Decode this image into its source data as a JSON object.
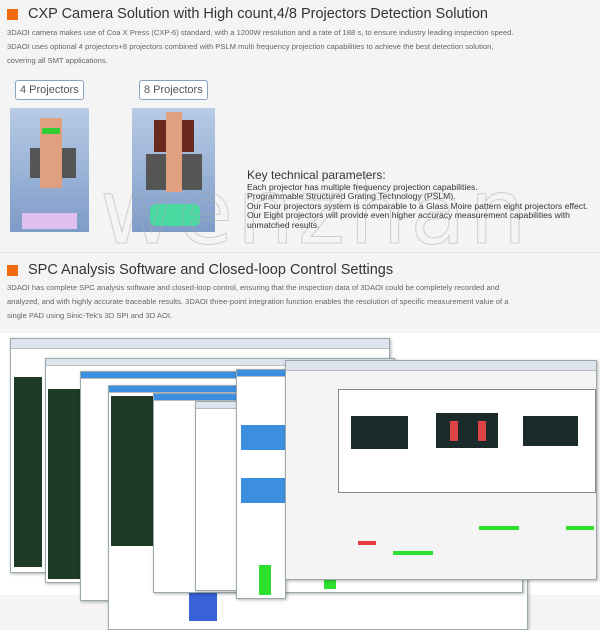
{
  "section1": {
    "title": "CXP Camera Solution with High count,4/8 Projectors Detection Solution",
    "paragraph": [
      "3DAOI camera makes use of Coa X Press (CXP-6) standard, with a 1200W resolution and a rate of 188 s, to ensure industry leading inspection speed.",
      "3DAOI uses optional 4 projectors+8 projectors combined with PSLM multi frequency projection capabilities to achieve the best detection solution,",
      "covering all SMT applications."
    ],
    "projectors": [
      "4 Projectors",
      "8 Projectors"
    ],
    "key_params": {
      "heading": "Key technical parameters:",
      "lines": [
        "Each projector has multiple frequency projection capabilities.",
        "Programmable Structured Grating Technology (PSLM).",
        "Our Four projectors system is comparable to a Glass Moire pattern eight projectors effect.",
        "Our Eight projectors will provide even higher accuracy measurement capabilities with",
        "unmatched results."
      ]
    }
  },
  "section2": {
    "title": "SPC Analysis Software and Closed-loop Control Settings",
    "paragraph": [
      "3DAOI has complete SPC analysis software and closed-loop control, ensuring that the inspection data of 3DAOI could be completely recorded and",
      "analyzed, and with highly accurate traceable results. 3DAOI three-point integration function enables the resolution of specific measurement value of a",
      "single PAD using Sinic-Tek's 3D SPI and 3D AOI."
    ]
  },
  "watermark": "wenzhan",
  "colors": {
    "accent": "#f26b0e",
    "selection": "#3c8fe0",
    "pass": "#2ee02e",
    "fail": "#e63c3c"
  }
}
